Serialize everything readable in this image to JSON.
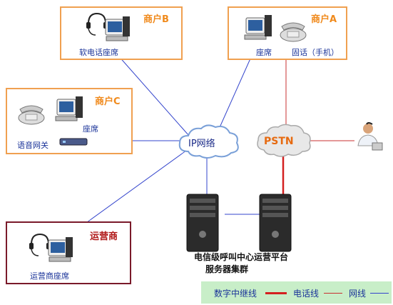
{
  "merchant_b": {
    "title": "商户B",
    "softphone_seat": "软电话座席"
  },
  "merchant_a": {
    "title": "商户A",
    "seat": "座席",
    "fixed_phone": "固话（手机）"
  },
  "merchant_c": {
    "title": "商户C",
    "seat": "座席",
    "voice_gateway": "语音网关"
  },
  "operator": {
    "title": "运营商",
    "operator_seat": "运营商座席"
  },
  "clouds": {
    "ip_network": "IP网络",
    "pstn": "PSTN"
  },
  "server_cluster": {
    "line1": "电信级呼叫中心运营平台",
    "line2": "服务器集群"
  },
  "legend": {
    "digital_trunk": "数字中继线",
    "phone_line": "电话线",
    "network_line": "网线"
  },
  "colors": {
    "digital_trunk": "#d42020",
    "phone_line": "#c83030",
    "network_line": "#3344cc",
    "merchant_border": "#f0a050",
    "operator_border": "#7a1a2a"
  }
}
